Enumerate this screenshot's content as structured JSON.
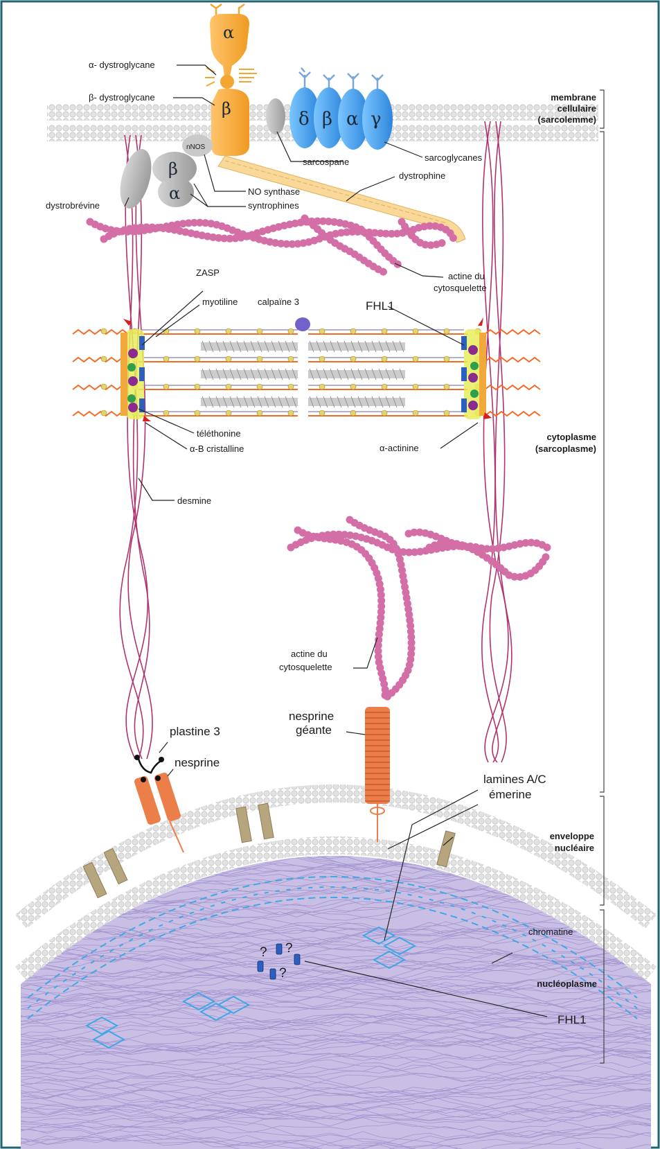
{
  "labels": {
    "alpha_dystroglycane": "α- dystroglycane",
    "beta_dystroglycane": "β- dystroglycane",
    "sarcoglycanes": "sarcoglycanes",
    "sarcospane": "sarcospane",
    "nnos": "nNOS",
    "no_synthase": "NO synthase",
    "dystrophine": "dystrophine",
    "dystrobrevine": "dystrobrévine",
    "syntrophines": "syntrophines",
    "actine_top_1": "actine du",
    "actine_top_2": "cytosquelette",
    "zasp": "ZASP",
    "myotiline": "myotiline",
    "calpaine": "calpaïne 3",
    "fhl1_top": "FHL1",
    "telethonine": "téléthonine",
    "ab_cristalline": "α-B cristalline",
    "alpha_actinine": "α-actinine",
    "desmine": "desmine",
    "actine_mid_1": "actine du",
    "actine_mid_2": "cytosquelette",
    "nesprine_geante_1": "nesprine",
    "nesprine_geante_2": "géante",
    "plastine": "plastine 3",
    "nesprine": "nesprine",
    "lamines": "lamines A/C",
    "emerine": "émerine",
    "chromatine": "chromatine",
    "fhl1_bottom": "FHL1",
    "question": "?"
  },
  "greek": {
    "dg_alpha": "α",
    "dg_beta": "β",
    "sg_delta": "δ",
    "sg_beta": "β",
    "sg_alpha": "α",
    "sg_gamma": "γ",
    "syn_beta": "β",
    "syn_alpha": "α"
  },
  "compartments": {
    "membrane_1": "membrane",
    "membrane_2": "cellulaire",
    "membrane_3": "(sarcolemme)",
    "cytoplasme_1": "cytoplasme",
    "cytoplasme_2": "(sarcoplasme)",
    "enveloppe_1": "enveloppe",
    "enveloppe_2": "nucléaire",
    "nucleoplasme": "nucléoplasme"
  },
  "colors": {
    "frame": "#1f6470",
    "dystroglycan": "#f5a631",
    "sarcoglycan": "#3d98e8",
    "grey_protein": "#a9a9a9",
    "actin": "#d36fa6",
    "desmin": "#b0336f",
    "lamin": "#3fa7e6",
    "chromatin": "#a99ad1",
    "nesprin": "#ec7e4a",
    "emerin": "#b7a57e"
  }
}
